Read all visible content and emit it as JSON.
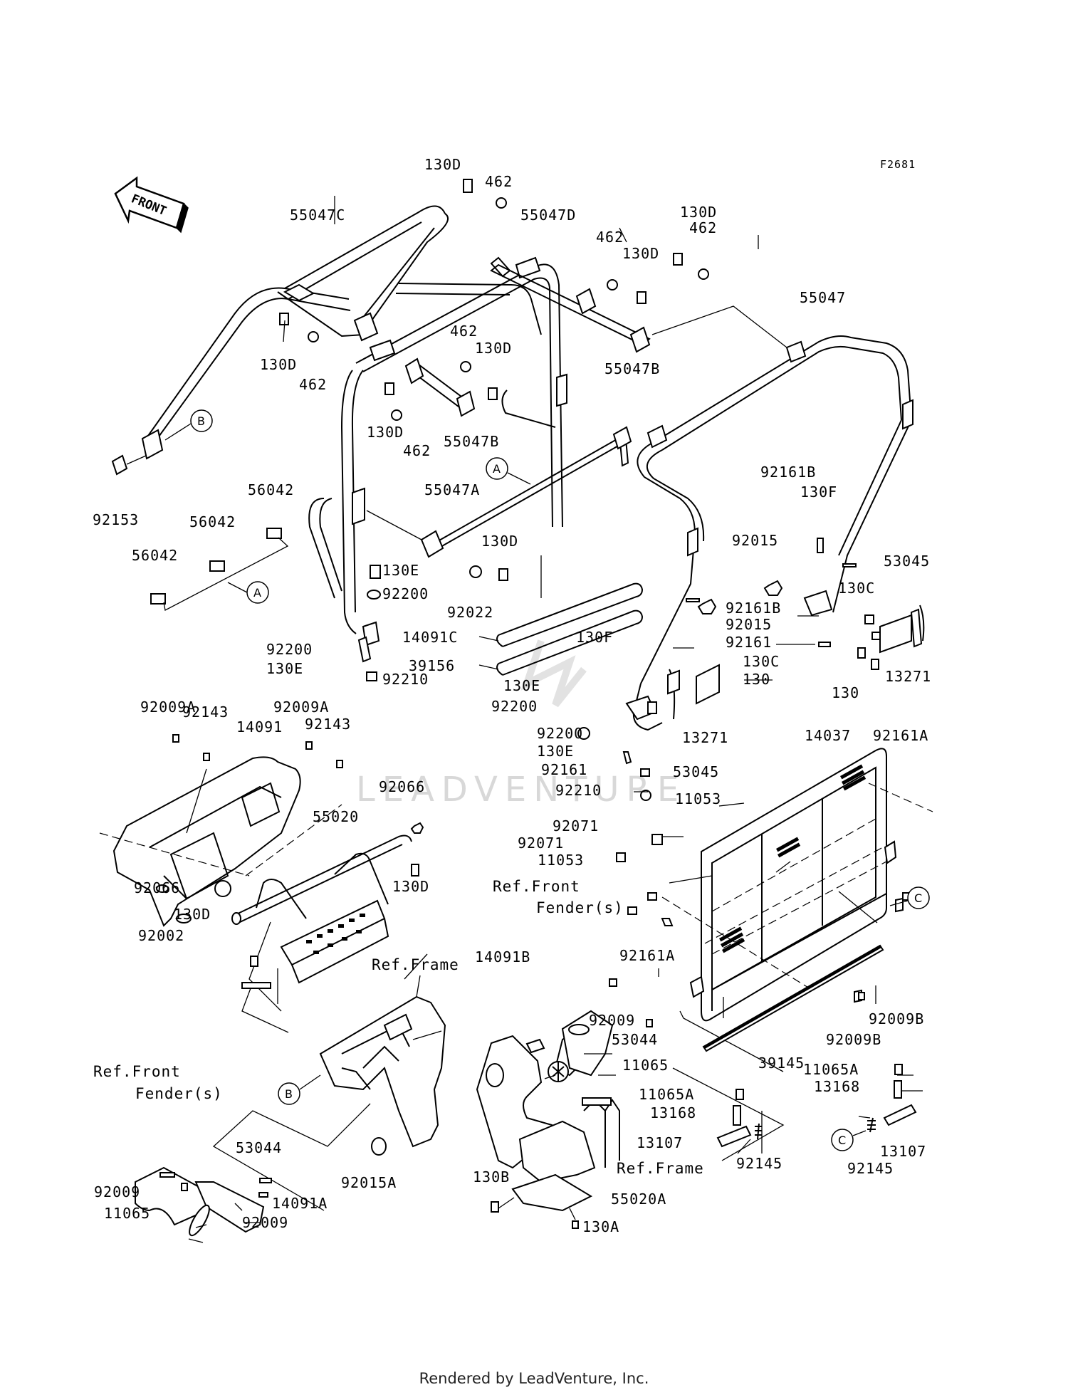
{
  "drawing_code": "F2681",
  "front_arrow_label": "FRONT",
  "watermark": "LEADVENTURE",
  "footer": "Rendered by LeadVenture, Inc.",
  "part_labels": {
    "p55047C": "55047C",
    "p130D_a": "130D",
    "p462_a": "462",
    "p55047D": "55047D",
    "p130D_b": "130D",
    "p462_b": "462",
    "p462_c": "462",
    "p130D_c": "130D",
    "p55047": "55047",
    "p130D_d": "130D",
    "p462_d": "462",
    "p55047B_a": "55047B",
    "p462_e": "462",
    "p130D_e": "130D",
    "p130D_f": "130D",
    "p462_f": "462",
    "p55047B_b": "55047B",
    "p92153": "92153",
    "p55047A": "55047A",
    "p56042_a": "56042",
    "p56042_b": "56042",
    "p56042_c": "56042",
    "p130D_g": "130D",
    "p130E_a": "130E",
    "p92200_a": "92200",
    "p92022": "92022",
    "p14091C": "14091C",
    "p39156": "39156",
    "p92200_b": "92200",
    "p130E_b": "130E",
    "p92210_a": "92210",
    "p92161B_a": "92161B",
    "p130F_a": "130F",
    "p92015_a": "92015",
    "p53045_a": "53045",
    "p130C_a": "130C",
    "p92161B_b": "92161B",
    "p92015_b": "92015",
    "p92161_a": "92161",
    "p13271_a": "13271",
    "p130_a": "130",
    "p130F_b": "130F",
    "p130C_b": "130C",
    "p130_b": "130",
    "p130E_c": "130E",
    "p92200_c": "92200",
    "p92200_d": "92200",
    "p130E_d": "130E",
    "p92161_b": "92161",
    "p92210_b": "92210",
    "p13271_b": "13271",
    "p53045_b": "53045",
    "p92009A_a": "92009A",
    "p92143_a": "92143",
    "p14091": "14091",
    "p92009A_b": "92009A",
    "p92143_b": "92143",
    "p92066_a": "92066",
    "p55020": "55020",
    "p130D_h": "130D",
    "p92066_b": "92066",
    "p130D_i": "130D",
    "p92002": "92002",
    "p14037": "14037",
    "p92161A_a": "92161A",
    "p11053_a": "11053",
    "p92071_a": "92071",
    "p92071_b": "92071",
    "p11053_b": "11053",
    "p92161A_b": "92161A",
    "p14091B": "14091B",
    "p92009_a": "92009",
    "p53044_a": "53044",
    "p11065_a": "11065",
    "p92009B_a": "92009B",
    "p92009B_b": "92009B",
    "p39145": "39145",
    "p11065A_a": "11065A",
    "p13168_a": "13168",
    "p11065A_b": "11065A",
    "p13168_b": "13168",
    "p13107_a": "13107",
    "p13107_b": "13107",
    "p92145_a": "92145",
    "p92145_b": "92145",
    "p130B": "130B",
    "p55020A": "55020A",
    "p130A": "130A",
    "p92015A": "92015A",
    "p53044_b": "53044",
    "p92009_b": "92009",
    "p11065_b": "11065",
    "p14091A": "14091A",
    "p92009_c": "92009"
  },
  "reference_labels": {
    "ref_front_fender_1_line1": "Ref.Front",
    "ref_front_fender_1_line2": "Fender(s)",
    "ref_frame_1": "Ref.Frame",
    "ref_front_fender_2_line1": "Ref.Front",
    "ref_front_fender_2_line2": "Fender(s)",
    "ref_frame_2": "Ref.Frame"
  },
  "callouts": {
    "b_top": "B",
    "a_mid": "A",
    "a_left": "A",
    "c_right": "C",
    "b_bottom": "B",
    "c_bottom": "C"
  }
}
